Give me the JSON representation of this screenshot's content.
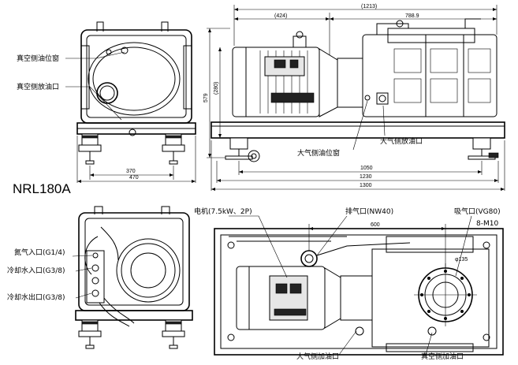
{
  "model": "NRL180A",
  "top_left_labels": {
    "oil_window_vacuum": "真空侧油位窗",
    "oil_drain_vacuum": "真空侧放油口"
  },
  "top_left_dims": {
    "d370": "370",
    "d470": "470"
  },
  "top_right_dims": {
    "d1213": "(1213)",
    "d424": "(424)",
    "d788": "788.9",
    "d579": "579",
    "d280": "(280)",
    "d1050": "1050",
    "d1230": "1230",
    "d1300": "1300"
  },
  "top_right_labels": {
    "oil_drain_atm": "大气侧放油口",
    "oil_window_atm": "大气侧油位窗"
  },
  "bottom_left_labels": {
    "nitrogen_inlet": "氮气入口(G1/4)",
    "cooling_in": "冷却水入口(G3/8)",
    "cooling_out": "冷却水出口(G3/8)"
  },
  "bottom_right_labels": {
    "motor": "电机(7.5kW、2P)",
    "exhaust": "排气口(NW40)",
    "intake": "吸气口(VG80)",
    "bolts": "8-M10",
    "d600": "600",
    "d135": "φ135",
    "oil_fill_atm": "大气侧加油口",
    "oil_fill_vacuum": "真空侧加油口"
  }
}
